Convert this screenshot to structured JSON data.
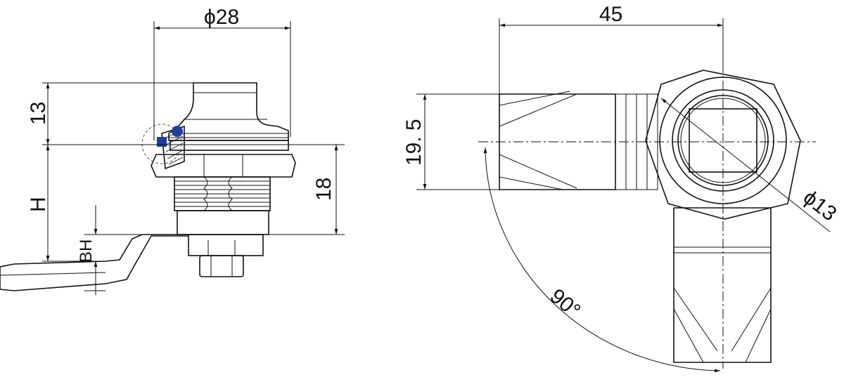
{
  "dimensions": {
    "phi28": "ϕ28",
    "d13": "13",
    "H": "H",
    "BH": "BH",
    "d18": "18",
    "d45": "45",
    "d19_5": "19. 5",
    "phi13": "ϕ13",
    "angle90": "90°"
  },
  "colors": {
    "line": "#111111",
    "seal": "#1f3f9a"
  }
}
